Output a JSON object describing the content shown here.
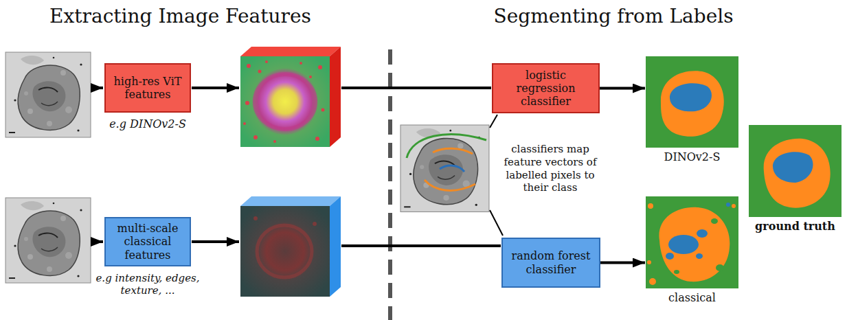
{
  "diagram": {
    "nodes": [
      {
        "text": [
          "high-res ViT features",
          "e.g DINOv2-S"
        ]
      },
      {
        "text": [
          "logistic regression classifier"
        ]
      },
      {
        "text": [
          "DINOv2-S"
        ]
      },
      {
        "text": [
          "ground truth"
        ]
      },
      {
        "text": [
          "multi-scale classical features",
          "e.g intensity, edges, texture, ..."
        ]
      },
      {
        "text": [
          "random forest classifier"
        ]
      },
      {
        "text": [
          "classical"
        ]
      }
    ],
    "edges": [
      {
        "from": 1,
        "to": 2,
        "arrow": "to"
      },
      {
        "from": 5,
        "to": 6,
        "arrow": "to"
      }
    ],
    "labels": [
      "Extracting Image Features",
      "Segmenting from Labels",
      "classifiers map feature vectors of labelled pixels to their class"
    ]
  }
}
